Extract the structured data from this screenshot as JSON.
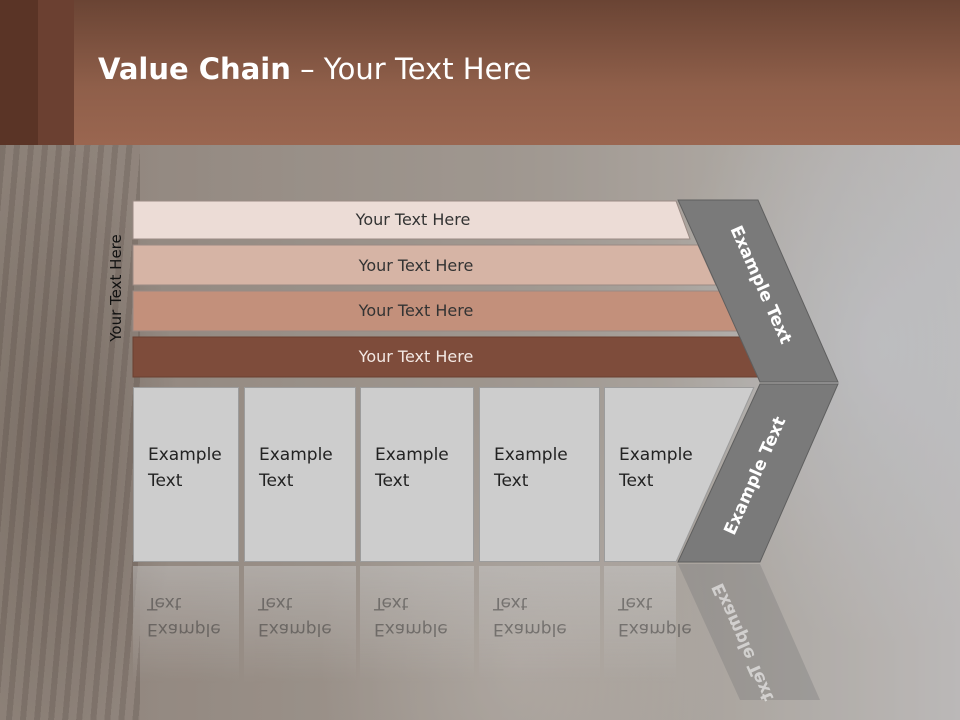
{
  "header": {
    "title_bold": "Value Chain",
    "title_rest": " – Your Text Here"
  },
  "side_label": "Your Text Here",
  "rows": [
    {
      "label": "Your Text Here",
      "color": "#ecdcd6"
    },
    {
      "label": "Your Text Here",
      "color": "#d6b4a5"
    },
    {
      "label": "Your Text Here",
      "color": "#c3907b"
    },
    {
      "label": "Your Text Here",
      "color": "#7e4c3b"
    }
  ],
  "boxes": [
    {
      "line1": "Example",
      "line2": "Text"
    },
    {
      "line1": "Example",
      "line2": "Text"
    },
    {
      "line1": "Example",
      "line2": "Text"
    },
    {
      "line1": "Example",
      "line2": "Text"
    },
    {
      "line1": "Example",
      "line2": "Text"
    }
  ],
  "chevron": {
    "upper_label": "Example Text",
    "lower_label": "Example Text",
    "color": "#7a7a7a"
  }
}
